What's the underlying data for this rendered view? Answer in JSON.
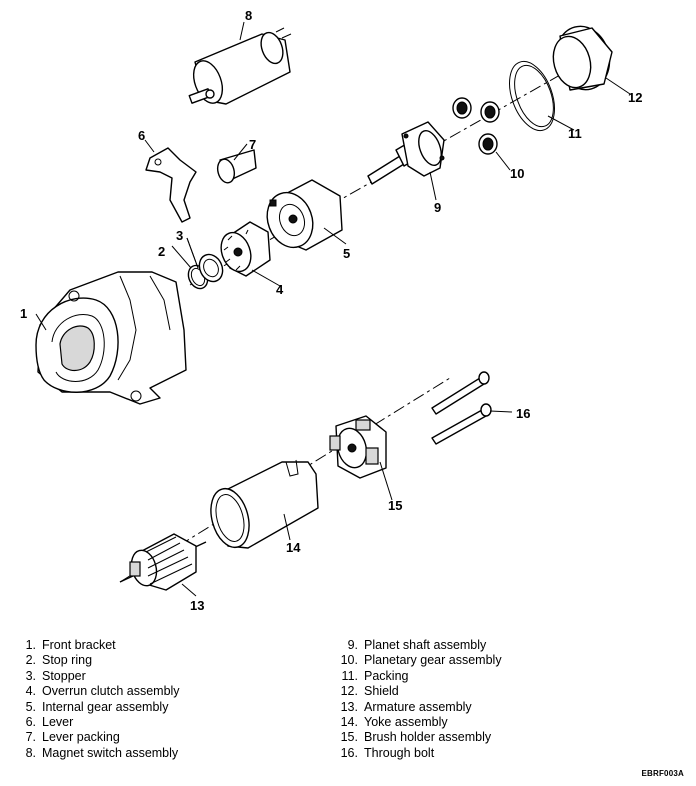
{
  "callouts": [
    "1",
    "2",
    "3",
    "4",
    "5",
    "6",
    "7",
    "8",
    "9",
    "10",
    "11",
    "12",
    "13",
    "14",
    "15",
    "16"
  ],
  "legend_left": [
    {
      "num": "1.",
      "label": "Front bracket"
    },
    {
      "num": "2.",
      "label": "Stop ring"
    },
    {
      "num": "3.",
      "label": "Stopper"
    },
    {
      "num": "4.",
      "label": "Overrun clutch assembly"
    },
    {
      "num": "5.",
      "label": "Internal gear assembly"
    },
    {
      "num": "6.",
      "label": "Lever"
    },
    {
      "num": "7.",
      "label": "Lever packing"
    },
    {
      "num": "8.",
      "label": "Magnet switch assembly"
    }
  ],
  "legend_right": [
    {
      "num": "9.",
      "label": "Planet shaft assembly"
    },
    {
      "num": "10.",
      "label": "Planetary gear assembly"
    },
    {
      "num": "11.",
      "label": "Packing"
    },
    {
      "num": "12.",
      "label": "Shield"
    },
    {
      "num": "13.",
      "label": "Armature assembly"
    },
    {
      "num": "14.",
      "label": "Yoke assembly"
    },
    {
      "num": "15.",
      "label": "Brush holder assembly"
    },
    {
      "num": "16.",
      "label": "Through bolt"
    }
  ],
  "figure_code": "EBRF003A"
}
